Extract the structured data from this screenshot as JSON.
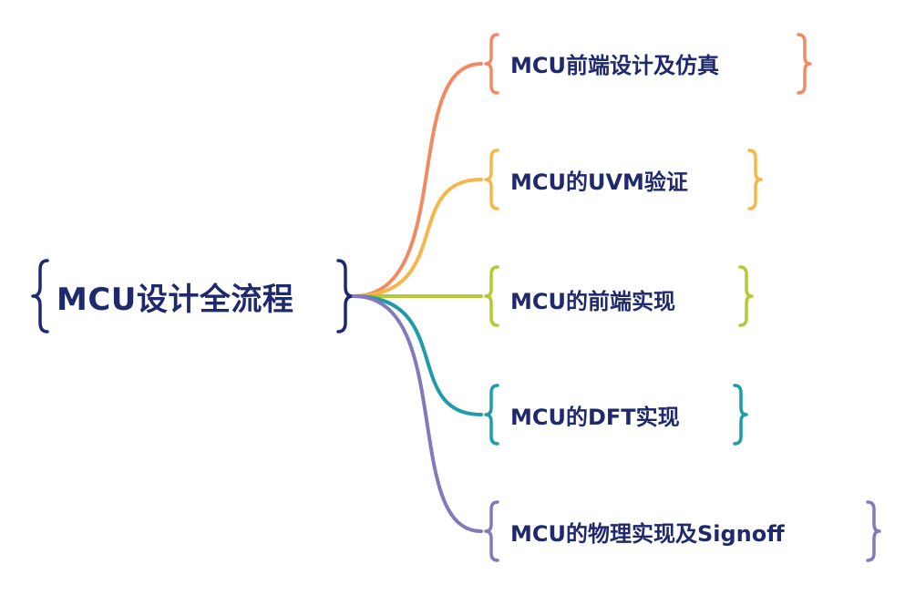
{
  "mindmap": {
    "root": {
      "label": "MCU设计全流程",
      "bracket_color": "#1f2a6e"
    },
    "text_color": "#1f2a6e",
    "branches": [
      {
        "label": "MCU前端设计及仿真",
        "color": "#ef8a62"
      },
      {
        "label": "MCU的UVM验证",
        "color": "#f7b64a"
      },
      {
        "label": "MCU的前端实现",
        "color": "#b5c935"
      },
      {
        "label": "MCU的DFT实现",
        "color": "#1f9bab"
      },
      {
        "label": "MCU的物理实现及Signoff",
        "color": "#8379bb"
      }
    ]
  }
}
